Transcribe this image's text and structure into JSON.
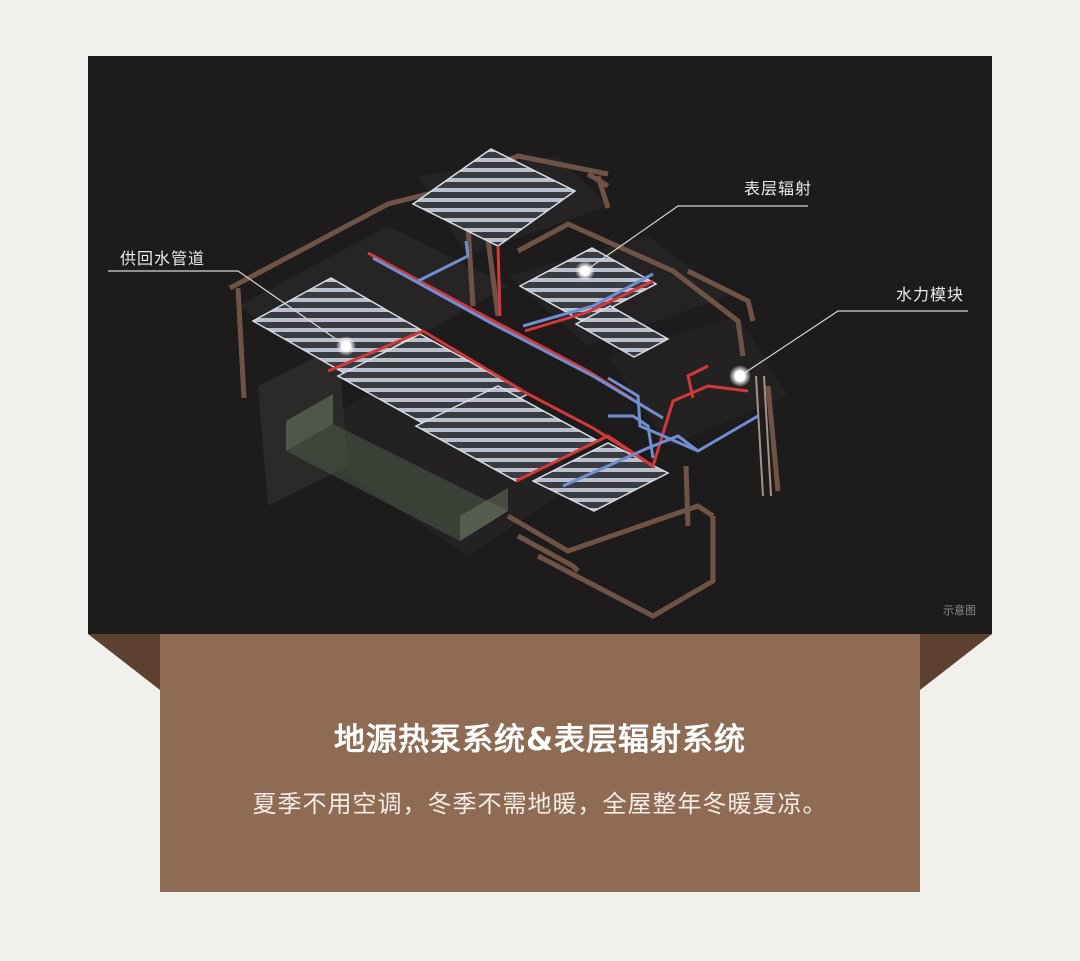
{
  "diagram": {
    "labels": {
      "supply_return_pipe": "供回水管道",
      "surface_radiation": "表层辐射",
      "hydraulic_module": "水力模块"
    },
    "note": "示意图"
  },
  "caption": {
    "title": "地源热泵系统&表层辐射系统",
    "subtitle": "夏季不用空调，冬季不需地暖，全屋整年冬暖夏凉。"
  },
  "colors": {
    "page_bg": "#f1f0ec",
    "panel_bg": "#1d1b1b",
    "caption_bg": "#8e6b52",
    "fold_shadow": "#5c4130",
    "wall": "#6e5346",
    "supply_pipe": "#d2393a",
    "return_pipe": "#6f8fd0",
    "floor_grid": "#b9c0cc"
  }
}
